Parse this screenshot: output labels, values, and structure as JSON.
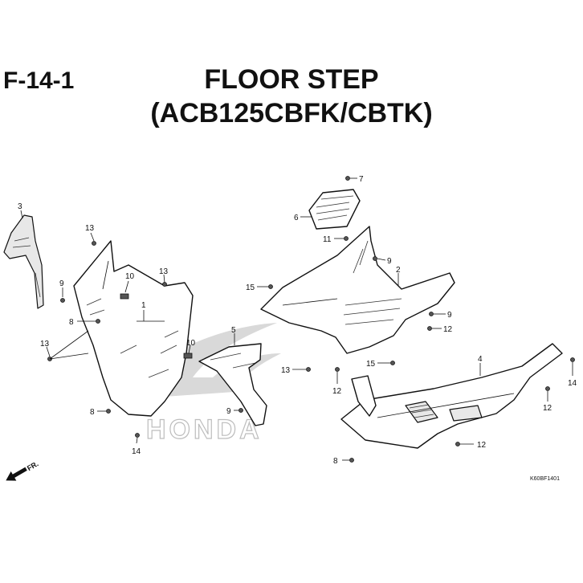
{
  "header": {
    "figure_code": "F-14-1",
    "title_line1": "FLOOR STEP",
    "title_line2": "(ACB125CBFK/CBTK)"
  },
  "watermark": {
    "text": "HONDA"
  },
  "direction_label": "FR.",
  "reference_code": "K60BF1401",
  "callouts": {
    "c3": "3",
    "c13a": "13",
    "c9a": "9",
    "c10a": "10",
    "c13b": "13",
    "c1": "1",
    "c8a": "8",
    "c13c": "13",
    "c10b": "10",
    "c5": "5",
    "c8b": "8",
    "c9b": "9",
    "c14a": "14",
    "c7": "7",
    "c6": "6",
    "c11": "11",
    "c9c": "9",
    "c2": "2",
    "c15a": "15",
    "c9d": "9",
    "c12a": "12",
    "c13d": "13",
    "c15b": "15",
    "c4": "4",
    "c12b": "12",
    "c14b": "14",
    "c12c": "12",
    "c12d": "12",
    "c8c": "8"
  }
}
